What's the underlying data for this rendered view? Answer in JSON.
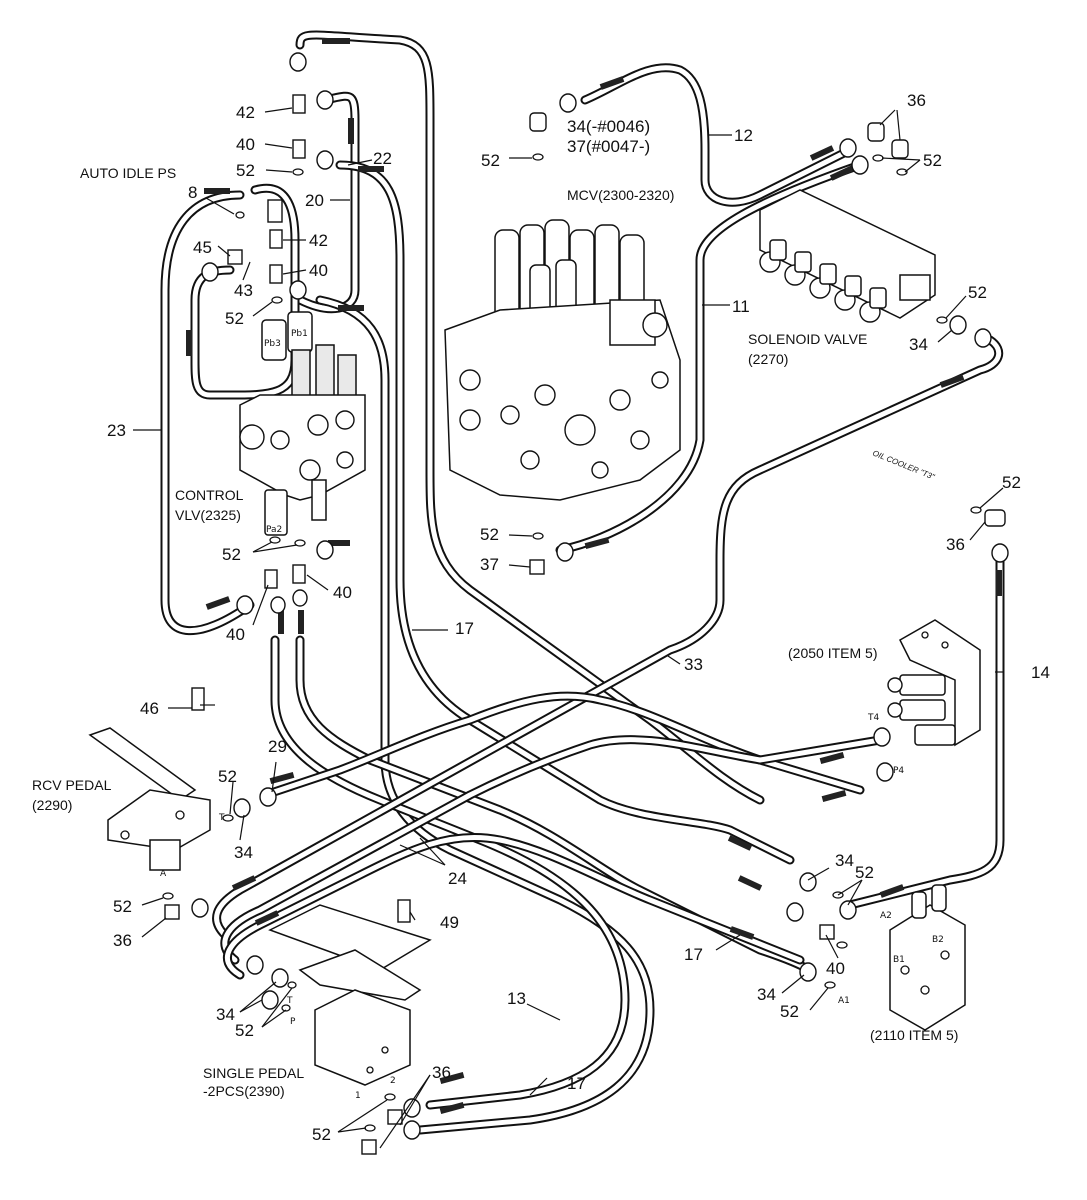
{
  "labels": {
    "auto_idle": "AUTO IDLE PS",
    "mcv": "MCV(2300-2320)",
    "solenoid_1": "SOLENOID VALVE",
    "solenoid_2": "(2270)",
    "control_1": "CONTROL",
    "control_2": "VLV(2325)",
    "oil_cooler": "OIL COOLER \"T3\"",
    "item_2050": "(2050 ITEM 5)",
    "rcv_1": "RCV PEDAL",
    "rcv_2": "(2290)",
    "single_1": "SINGLE PEDAL",
    "single_2": "-2PCS(2390)",
    "item_2110": "(2110 ITEM 5)"
  },
  "ports": {
    "pb3": "Pb3",
    "pb1": "Pb1",
    "pa2": "Pa2",
    "t4": "T4",
    "p4": "P4",
    "a2": "A2",
    "b2": "B2",
    "b1": "B1",
    "a1": "A1",
    "a": "A",
    "p": "P",
    "t": "T",
    "one": "1",
    "two": "2"
  },
  "callouts": {
    "c42a": "42",
    "c40a": "40",
    "c52a": "52",
    "c8": "8",
    "c45": "45",
    "c43": "43",
    "c42b": "42",
    "c40b": "40",
    "c52b": "52",
    "c22": "22",
    "c20": "20",
    "c23": "23",
    "c34a": "34(-#0046)",
    "c37a": "37(#0047-)",
    "c52c": "52",
    "c12": "12",
    "c36a": "36",
    "c52d": "52",
    "c11": "11",
    "c52e": "52",
    "c34b": "34",
    "c52f": "52",
    "c37b": "37",
    "c52g": "52",
    "c40c": "40",
    "c40d": "40",
    "c52h": "52",
    "c36b": "36",
    "c17a": "17",
    "c33": "33",
    "c14": "14",
    "c46": "46",
    "c52i": "52",
    "c29": "29",
    "c34c": "34",
    "c24": "24",
    "c52j": "52",
    "c36c": "36",
    "c49": "49",
    "c34d": "34",
    "c52k": "52",
    "c13": "13",
    "c17b": "17",
    "c52l": "52",
    "c36d": "36",
    "c34e": "34",
    "c52m": "52",
    "c17c": "17",
    "c40e": "40",
    "c34f": "34",
    "c52n": "52"
  }
}
